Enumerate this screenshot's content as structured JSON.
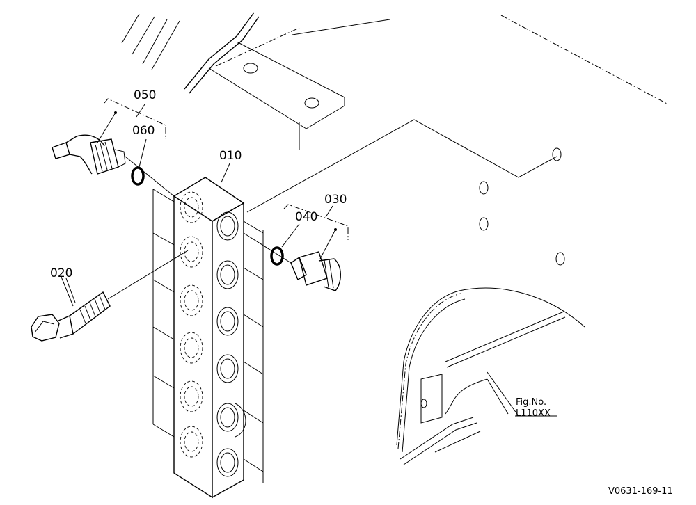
{
  "part_labels": {
    "p010": "010",
    "p020": "020",
    "p030": "030",
    "p040": "040",
    "p050": "050",
    "p060": "060"
  },
  "figure_ref": {
    "line1": "Fig.No.",
    "line2": "L110XX"
  },
  "drawing_code": "V0631-169-11"
}
